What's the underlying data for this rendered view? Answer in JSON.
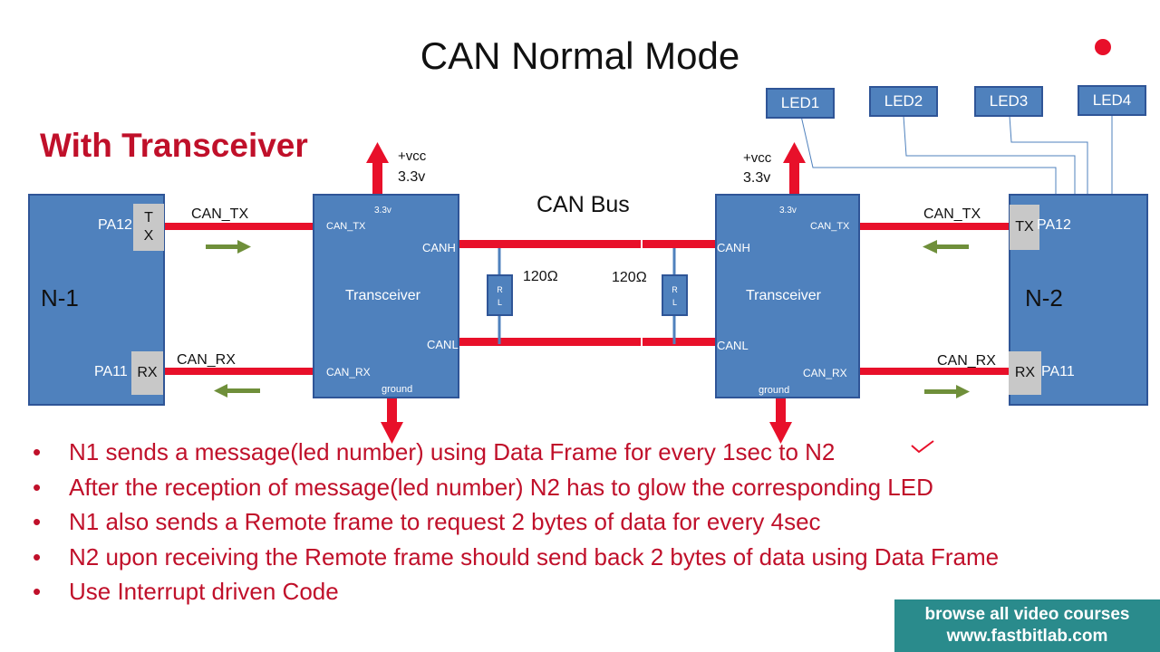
{
  "slide": {
    "title": "CAN Normal Mode",
    "subtitle": "With Transceiver"
  },
  "node1": {
    "name": "N-1",
    "pin_tx": "PA12",
    "pin_rx": "PA11",
    "tx_chip": "T\nX",
    "rx_chip": "RX"
  },
  "node2": {
    "name": "N-2",
    "pin_tx": "PA12",
    "pin_rx": "PA11",
    "tx_chip": "TX",
    "rx_chip": "RX"
  },
  "transceiver_left": {
    "label": "Transceiver",
    "vcc_pin": "3.3v",
    "can_tx": "CAN_TX",
    "can_rx": "CAN_RX",
    "canh": "CANH",
    "canl": "CANL",
    "ground": "ground"
  },
  "transceiver_right": {
    "label": "Transceiver",
    "vcc_pin": "3.3v",
    "can_tx": "CAN_TX",
    "can_rx": "CAN_RX",
    "canh": "CANH",
    "canl": "CANL",
    "ground": "ground"
  },
  "power": {
    "vcc_left": "+vcc",
    "volt_left": "3.3v",
    "vcc_right": "+vcc",
    "volt_right": "3.3v"
  },
  "bus": {
    "label": "CAN Bus",
    "res_left": "120Ω",
    "res_right": "120Ω",
    "rl_letters": "R\nL"
  },
  "wires": {
    "left_tx": "CAN_TX",
    "left_rx": "CAN_RX",
    "right_tx": "CAN_TX",
    "right_rx": "CAN_RX"
  },
  "leds": [
    "LED1",
    "LED2",
    "LED3",
    "LED4"
  ],
  "bullets": [
    "N1 sends a message(led number) using Data Frame for every 1sec to N2",
    "After the reception of message(led number) N2 has to glow the corresponding LED",
    "N1 also sends a Remote frame to request 2 bytes of data for every 4sec",
    "N2 upon receiving the Remote frame should send back 2 bytes of data using Data Frame",
    "Use Interrupt driven Code"
  ],
  "bullet_symbol": "•",
  "promo": {
    "line1": "browse all video courses",
    "line2": "www.fastbitlab.com"
  },
  "colors": {
    "accent_red": "#c0102a",
    "wire_red": "#e8102a",
    "block_blue": "#4f81bd",
    "arrow_green": "#6f8f3a",
    "promo_teal": "#2a8b8c"
  }
}
